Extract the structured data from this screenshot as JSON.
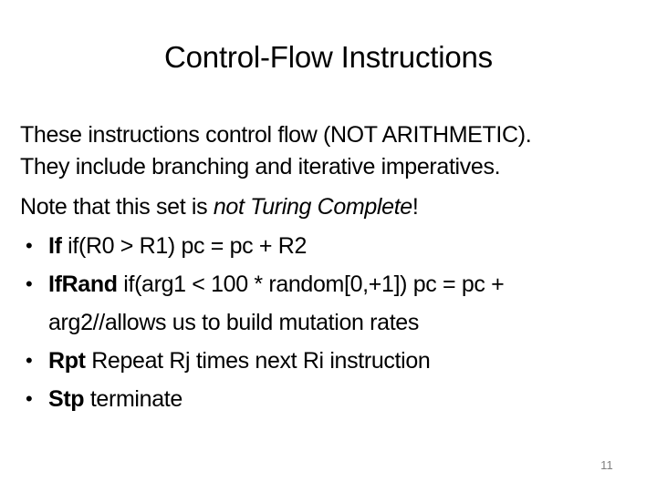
{
  "slide": {
    "title": "Control-Flow Instructions",
    "page_number": "11",
    "background_color": "#ffffff",
    "text_color": "#000000",
    "page_number_color": "#808080",
    "paragraphs": [
      {
        "lines": [
          "These instructions control flow (NOT ARITHMETIC).",
          "They include branching and iterative imperatives."
        ]
      },
      {
        "prefix": "Note that this set is ",
        "emphasis": "not Turing Complete",
        "suffix": "!"
      }
    ],
    "bullets": [
      {
        "marker": "•",
        "term": "If",
        "rest": " if(R0 > R1) pc = pc + R2",
        "continuation": ""
      },
      {
        "marker": "•",
        "term": "IfRand",
        "rest": " if(arg1 < 100 * random[0,+1]) pc = pc +",
        "continuation": "arg2//allows us to build mutation rates"
      },
      {
        "marker": "•",
        "term": "Rpt",
        "rest": " Repeat Rj times next Ri instruction",
        "continuation": ""
      },
      {
        "marker": "•",
        "term": "Stp",
        "rest": " terminate",
        "continuation": ""
      }
    ]
  }
}
